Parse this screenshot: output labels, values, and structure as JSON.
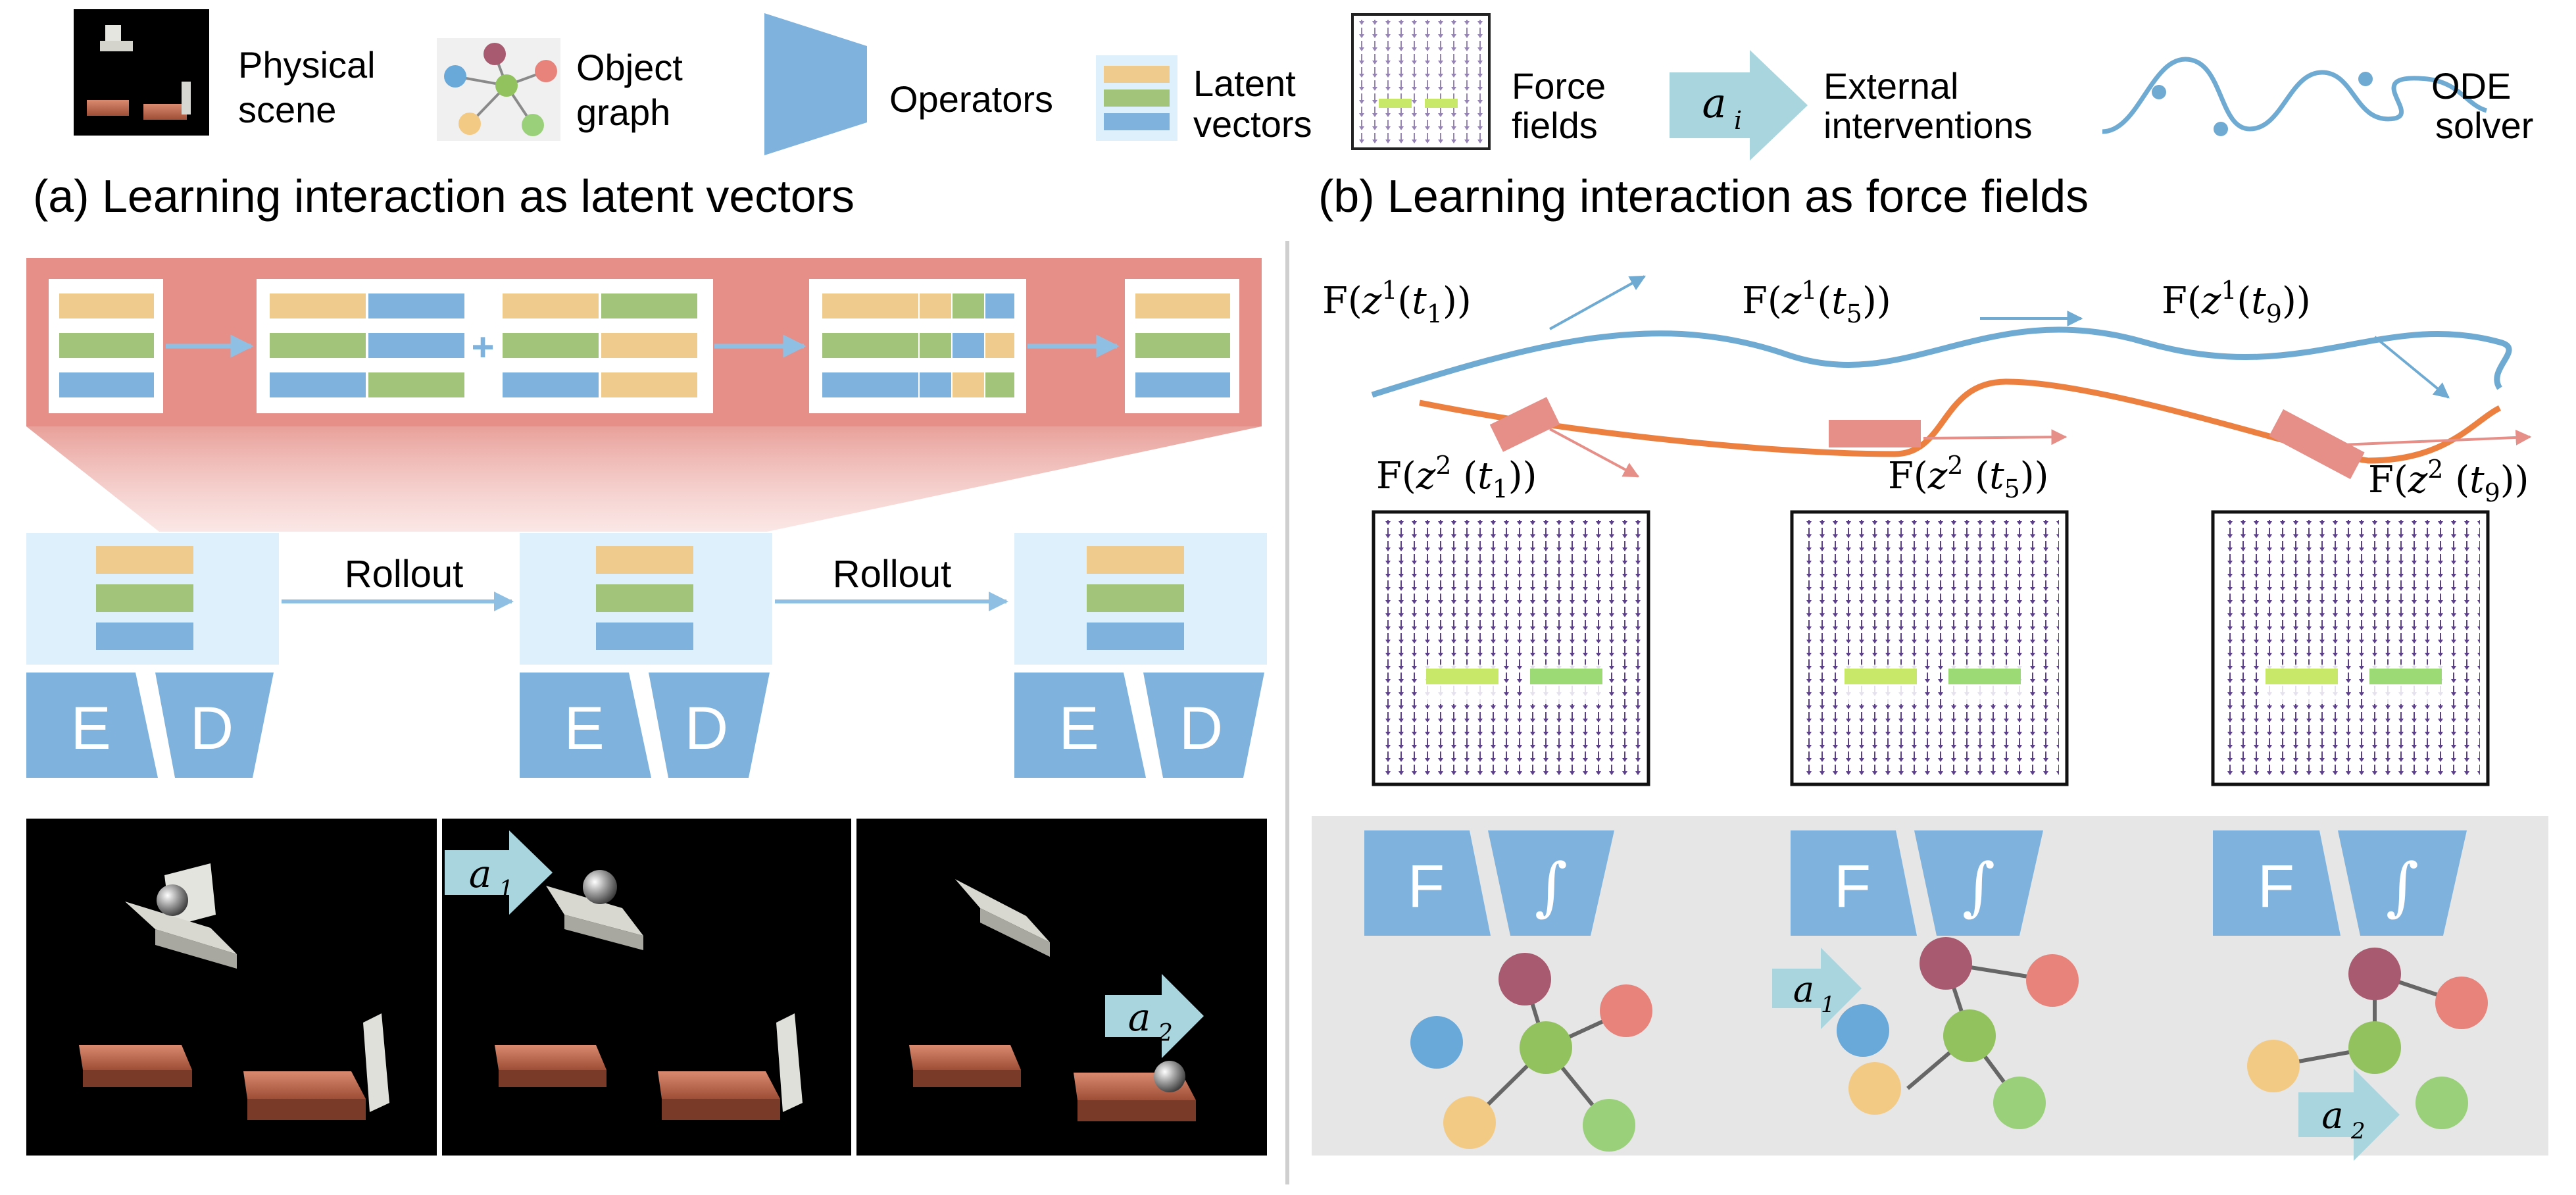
{
  "legend": {
    "physical_scene": [
      "Physical",
      "scene"
    ],
    "object_graph": [
      "Object",
      "graph"
    ],
    "operators": "Operators",
    "latent_vectors": [
      "Latent",
      "vectors"
    ],
    "force_fields": [
      "Force",
      "fields"
    ],
    "intervention_symbol": "a",
    "intervention_sub": "i",
    "external_interventions": [
      "External",
      "interventions"
    ],
    "ode_solver": [
      "ODE",
      "solver"
    ]
  },
  "panel_a": {
    "title": "(a) Learning interaction as latent vectors",
    "rollout_labels": [
      "Rollout",
      "Rollout"
    ],
    "encoder_label": "E",
    "decoder_label": "D",
    "intervention_1": {
      "symbol": "a",
      "sub": "1"
    },
    "intervention_2": {
      "symbol": "a",
      "sub": "2"
    }
  },
  "panel_b": {
    "title": "(b) Learning interaction as force fields",
    "force_labels_top": [
      {
        "f": "F(",
        "z": "z",
        "sup": "1",
        "t": "t",
        "sub": "1",
        "close": "))"
      },
      {
        "f": "F(",
        "z": "z",
        "sup": "1",
        "t": "t",
        "sub": "5",
        "close": "))"
      },
      {
        "f": "F(",
        "z": "z",
        "sup": "1",
        "t": "t",
        "sub": "9",
        "close": "))"
      }
    ],
    "force_labels_bottom": [
      {
        "f": "F(",
        "z": "z",
        "sup": "2",
        "t": "t",
        "sub": "1",
        "close": "))"
      },
      {
        "f": "F(",
        "z": "z",
        "sup": "2",
        "t": "t",
        "sub": "5",
        "close": "))"
      },
      {
        "f": "F(",
        "z": "z",
        "sup": "2",
        "t": "t",
        "sub": "9",
        "close": "))"
      }
    ],
    "force_op_label": "F",
    "integral_label": "∫",
    "intervention_1": {
      "symbol": "a",
      "sub": "1"
    },
    "intervention_2": {
      "symbol": "a",
      "sub": "2"
    }
  },
  "colors": {
    "latent_orange": "#F0CB8E",
    "latent_green": "#A2C47A",
    "latent_blue": "#7FB2DC",
    "operator_blue": "#7FB2DC",
    "panel_light_blue": "#DDF0FC",
    "red_band": "#E58F88",
    "trajectory_blue": "#6FAAD2",
    "trajectory_orange": "#EC8041",
    "node_maroon": "#A85B70",
    "node_red": "#E8837C",
    "node_green": "#92C25E",
    "node_blue": "#68A9DA",
    "node_yellow": "#F3CA84",
    "node_lightgreen": "#9AD07A",
    "intervention_arrow": "#A9D6DE",
    "field_purple": "#3E1E74",
    "gray_panel": "#E6E6E6"
  }
}
